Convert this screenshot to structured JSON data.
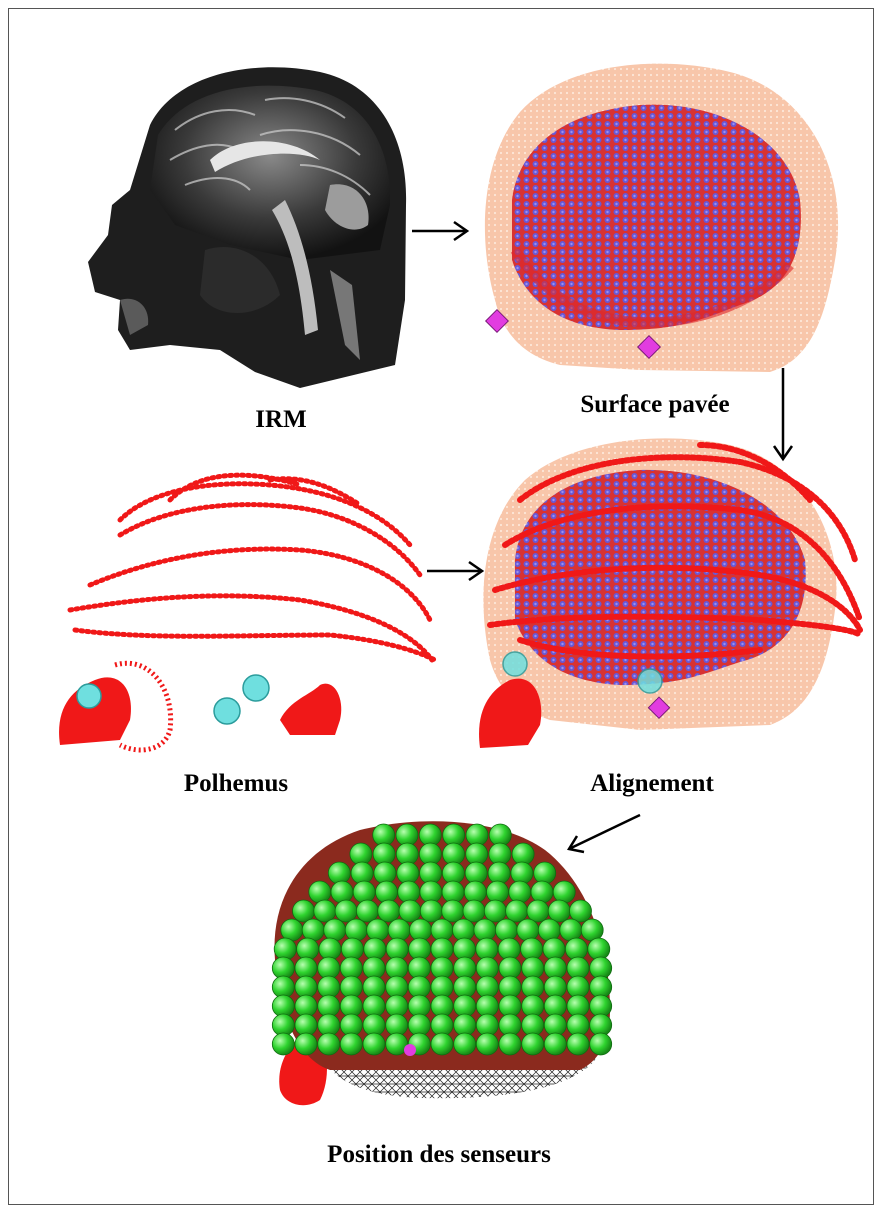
{
  "labels": {
    "irm": "IRM",
    "surface": "Surface pavée",
    "polhemus": "Polhemus",
    "alignement": "Alignement",
    "position": "Position des senseurs"
  },
  "colors": {
    "scalp": "#f7c3a6",
    "scalp_mesh": "#fbe0cf",
    "cortex_red": "#e8252a",
    "cortex_blue": "#6a5ad8",
    "polhemus_red": "#f01818",
    "fiducial_cyan": "#6fdfdf",
    "marker_magenta": "#e23ce0",
    "sensor_green": "#2cd62c",
    "arrow": "#000000"
  }
}
